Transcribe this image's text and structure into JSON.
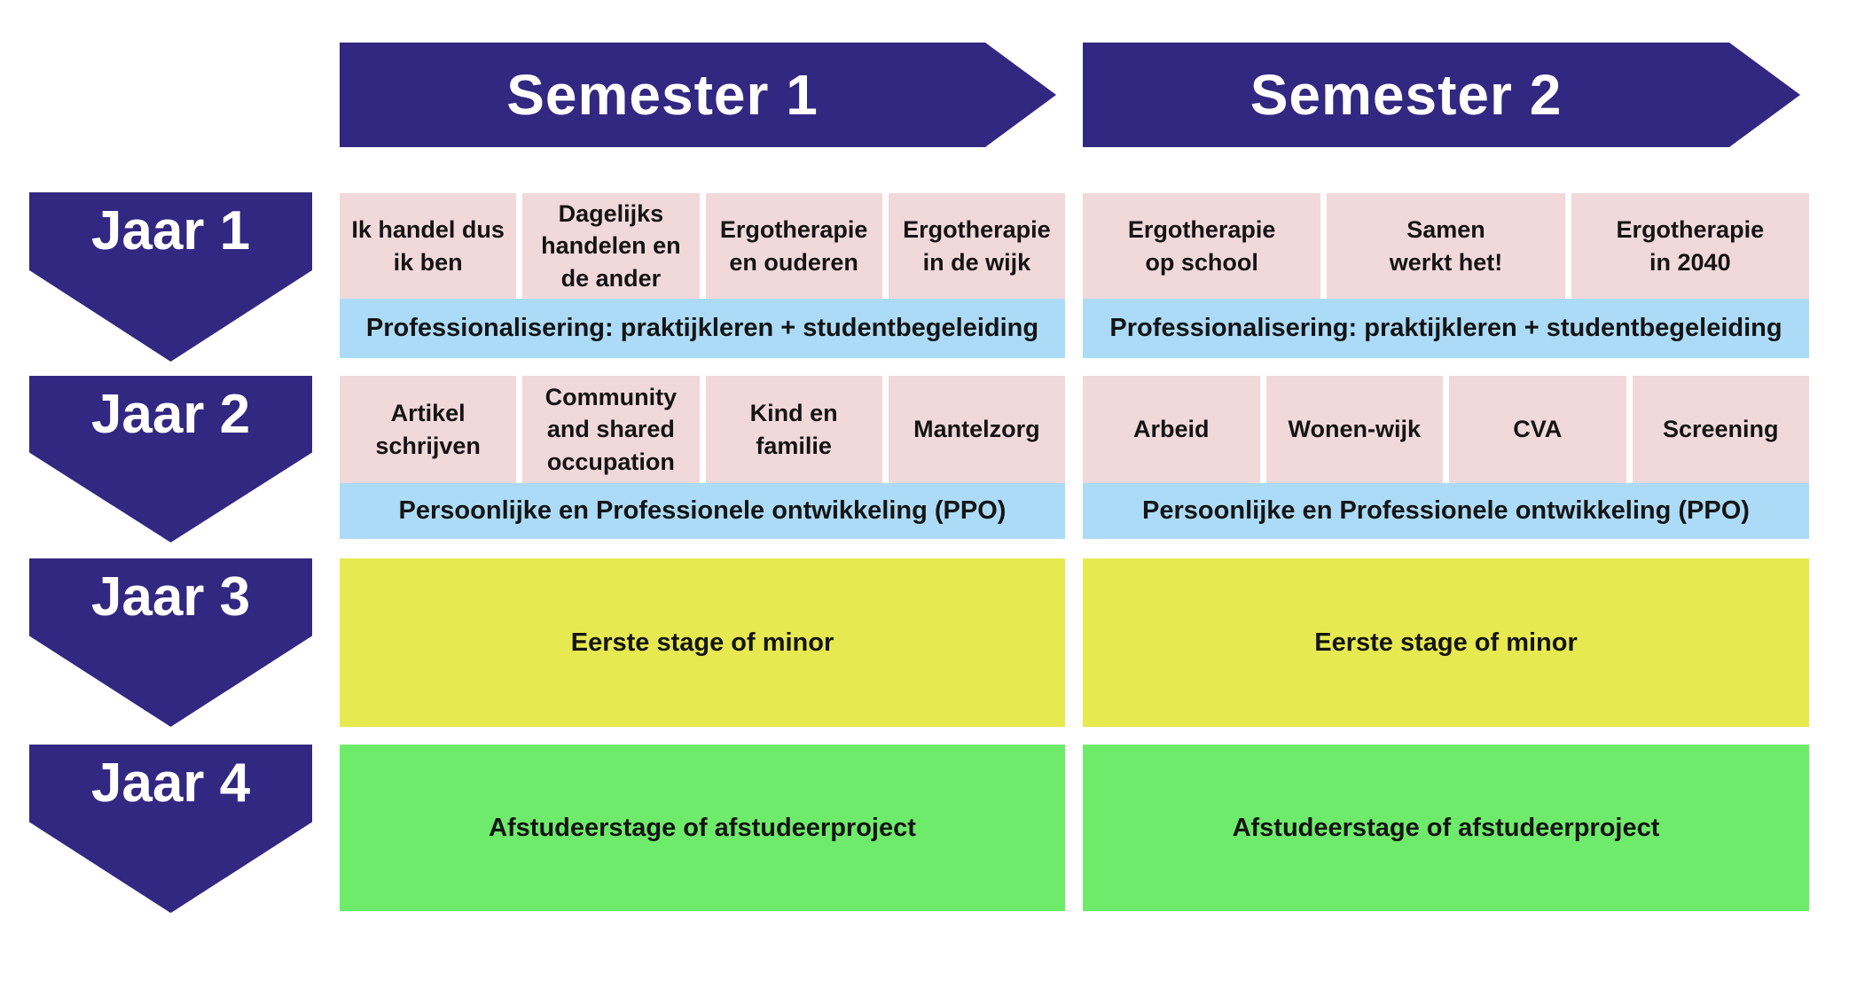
{
  "header": {
    "semesters": [
      {
        "label": "Semester 1"
      },
      {
        "label": "Semester 2"
      }
    ]
  },
  "years": [
    {
      "label": "Jaar 1",
      "sem1_courses": [
        "Ik handel dus\nik ben",
        "Dagelijks\nhandelen en\nde ander",
        "Ergotherapie\nen ouderen",
        "Ergotherapie\nin de wijk"
      ],
      "sem2_courses": [
        "Ergotherapie\nop school",
        "Samen\nwerkt het!",
        "Ergotherapie\nin 2040"
      ],
      "sem1_bar": "Professionalisering: praktijkleren + studentbegeleiding",
      "sem2_bar": "Professionalisering: praktijkleren + studentbegeleiding"
    },
    {
      "label": "Jaar 2",
      "sem1_courses": [
        "Artikel\nschrijven",
        "Community\nand shared\noccupation",
        "Kind en\nfamilie",
        "Mantelzorg"
      ],
      "sem2_courses": [
        "Arbeid",
        "Wonen-wijk",
        "CVA",
        "Screening"
      ],
      "sem1_bar": "Persoonlijke en Professionele ontwikkeling (PPO)",
      "sem2_bar": "Persoonlijke en Professionele ontwikkeling (PPO)"
    },
    {
      "label": "Jaar 3",
      "sem1_block": "Eerste stage of minor",
      "sem2_block": "Eerste stage of minor"
    },
    {
      "label": "Jaar 4",
      "sem1_block": "Afstudeerstage of afstudeerproject",
      "sem2_block": "Afstudeerstage of afstudeerproject"
    }
  ],
  "colors": {
    "indigo": "#322781",
    "pink": "#f1d8db",
    "light_blue": "#abdbf7",
    "yellow": "#e7e951",
    "green": "#6eeb6b",
    "text_dark": "#141414",
    "text_light": "#ffffff"
  }
}
